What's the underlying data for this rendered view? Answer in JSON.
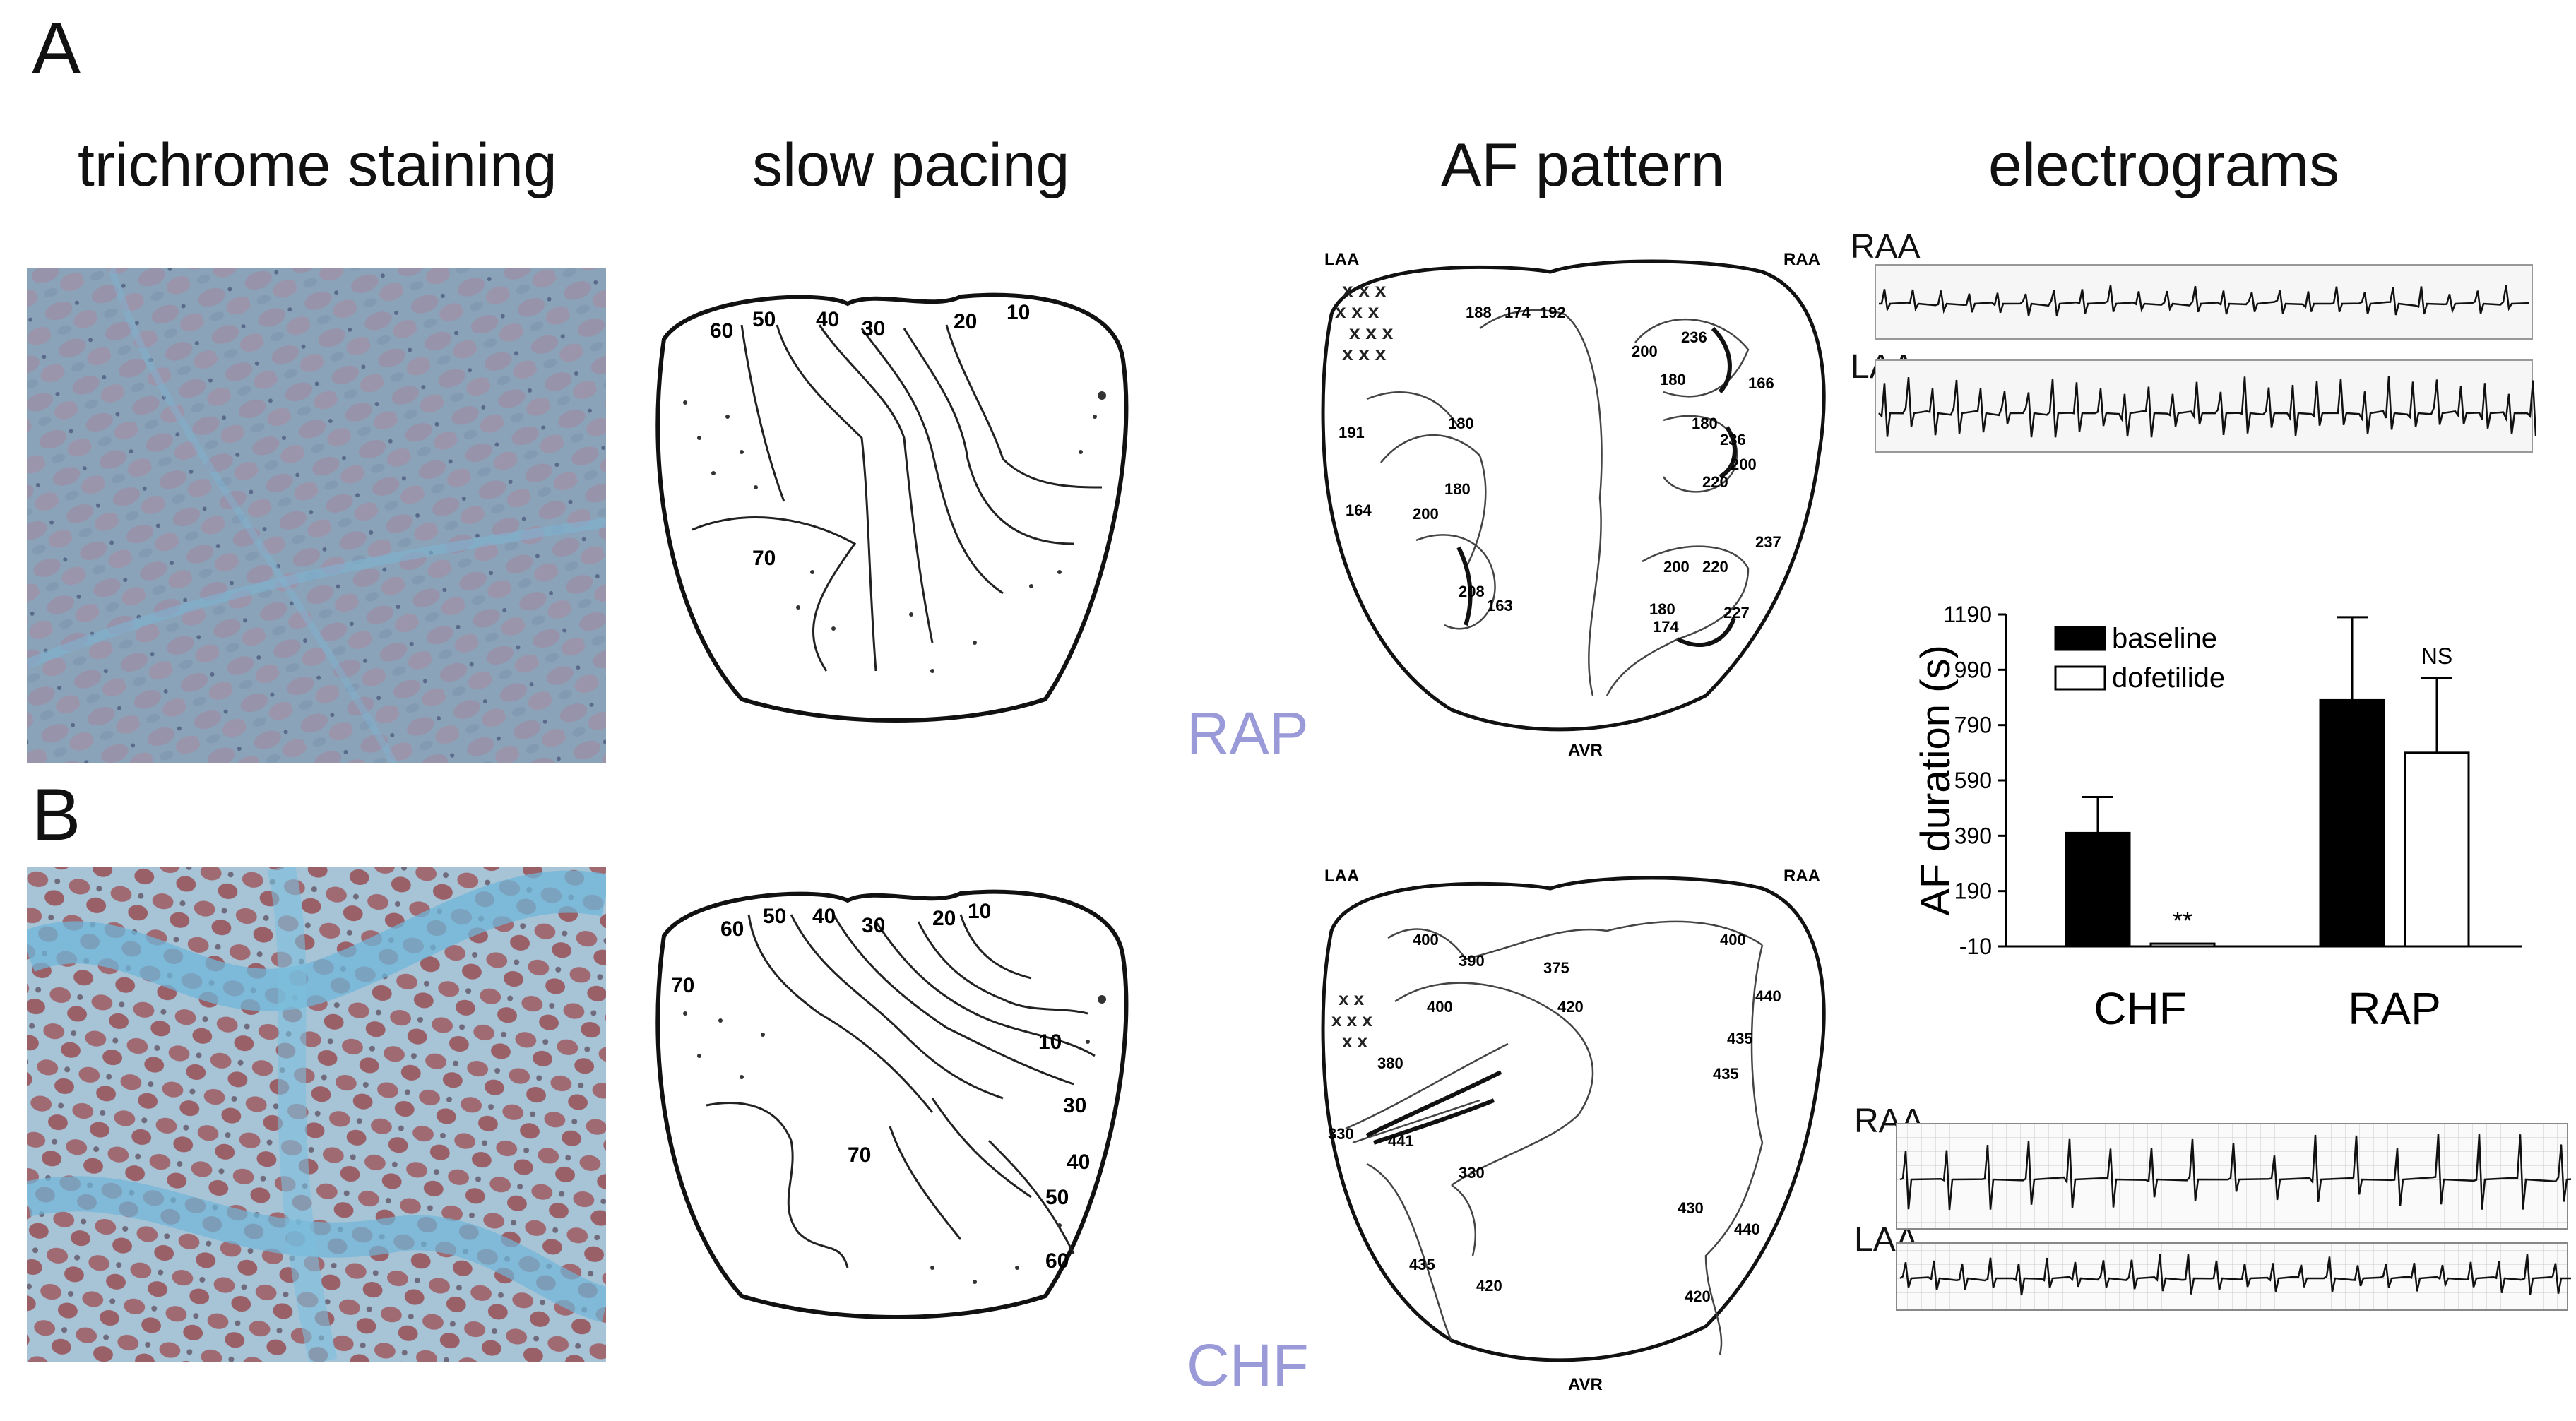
{
  "panels": {
    "a_letter": "A",
    "b_letter": "B"
  },
  "columns": {
    "trichrome": "trichrome staining",
    "slow_pacing": "slow pacing",
    "af_pattern": "AF pattern",
    "electrograms": "electrograms"
  },
  "groups": {
    "rap": "RAP",
    "chf": "CHF"
  },
  "maps": {
    "laa": "LAA",
    "raa": "RAA",
    "avr": "AVR",
    "rap_pacing": [
      "60",
      "50",
      "40",
      "30",
      "20",
      "10",
      "70"
    ],
    "rap_af": [
      "188",
      "174",
      "192",
      "236",
      "200",
      "180",
      "166",
      "191",
      "180",
      "180",
      "236",
      "200",
      "220",
      "180",
      "164",
      "200",
      "208",
      "163",
      "237",
      "200",
      "220",
      "180",
      "174",
      "227"
    ],
    "chf_pacing": [
      "60",
      "50",
      "40",
      "30",
      "20",
      "10",
      "70",
      "10",
      "30",
      "40",
      "50",
      "60",
      "70"
    ],
    "chf_af": [
      "400",
      "390",
      "375",
      "400",
      "400",
      "420",
      "440",
      "380",
      "435",
      "435",
      "330",
      "441",
      "330",
      "430",
      "440",
      "435",
      "420",
      "420"
    ]
  },
  "electrograms": {
    "raa": "RAA",
    "laa": "LAA"
  },
  "chart_data": {
    "type": "bar",
    "categories": [
      "CHF",
      "RAP"
    ],
    "series": [
      {
        "name": "baseline",
        "values": [
          400,
          880
        ],
        "errors": [
          130,
          300
        ],
        "color": "#000000"
      },
      {
        "name": "dofetilide",
        "values": [
          0,
          690
        ],
        "errors": [
          0,
          270
        ],
        "color": "#ffffff"
      }
    ],
    "ylabel": "AF duration (s)",
    "yticks": [
      "1190",
      "990",
      "790",
      "590",
      "390",
      "190",
      "-10"
    ],
    "ylim": [
      -10,
      1190
    ],
    "annotations": {
      "chf_sig": "**",
      "rap_sig": "NS"
    },
    "legend": "top-left"
  }
}
